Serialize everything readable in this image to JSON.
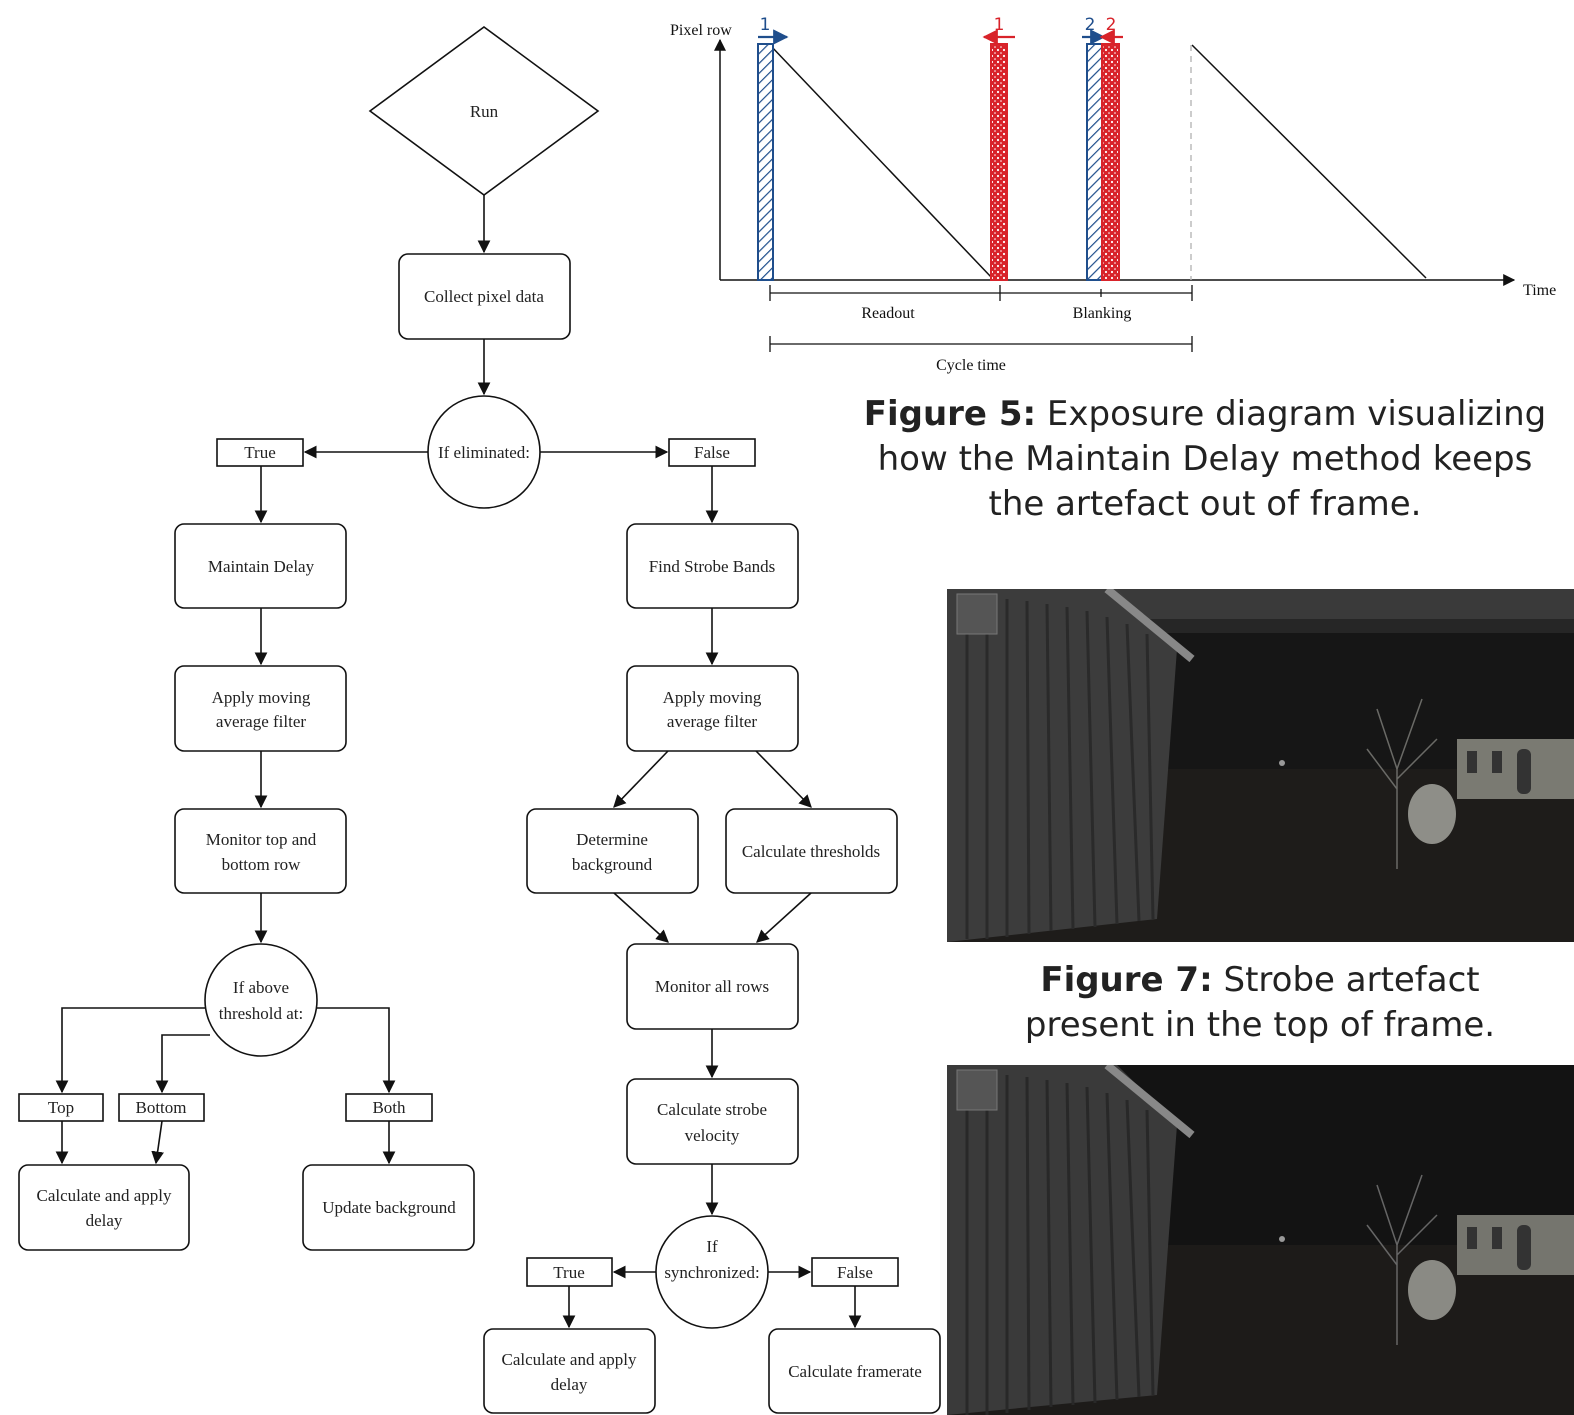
{
  "flowchart": {
    "run": "Run",
    "collect": "Collect pixel data",
    "if_eliminated": "If eliminated:",
    "true_left": "True",
    "false_right": "False",
    "maintain_delay": "Maintain Delay",
    "apply_filter_left": [
      "Apply moving",
      "average filter"
    ],
    "monitor_top_bottom": [
      "Monitor top and",
      "bottom row"
    ],
    "if_above": [
      "If above",
      "threshold at:"
    ],
    "top": "Top",
    "bottom": "Bottom",
    "both": "Both",
    "calc_apply_delay_left": [
      "Calculate and apply",
      "delay"
    ],
    "update_background": "Update background",
    "find_strobe": "Find Strobe Bands",
    "apply_filter_right": [
      "Apply moving",
      "average filter"
    ],
    "determine_background": [
      "Determine",
      "background"
    ],
    "calc_thresholds": "Calculate thresholds",
    "monitor_all": "Monitor all rows",
    "calc_velocity": [
      "Calculate strobe",
      "velocity"
    ],
    "if_sync": [
      "If",
      "synchronized:"
    ],
    "true_bottom": "True",
    "false_bottom": "False",
    "calc_apply_delay_right": [
      "Calculate and apply",
      "delay"
    ],
    "calc_framerate": "Calculate framerate"
  },
  "exposure": {
    "y_axis": "Pixel row",
    "x_axis": "Time",
    "readout": "Readout",
    "blanking": "Blanking",
    "cycle_time": "Cycle time",
    "marker_1_blue": "1",
    "marker_1_red": "1",
    "marker_2_blue": "2",
    "marker_2_red": "2",
    "blue": "#1f4e8c",
    "red": "#d8232a"
  },
  "captions": {
    "fig5_label": "Figure 5:",
    "fig5_line1": " Exposure diagram visualizing",
    "fig5_line2": "how the Maintain Delay method keeps",
    "fig5_line3": "the artefact out of frame.",
    "fig7_label": "Figure 7:",
    "fig7_line1": "  Strobe artefact",
    "fig7_line2": "present in the top of frame."
  }
}
